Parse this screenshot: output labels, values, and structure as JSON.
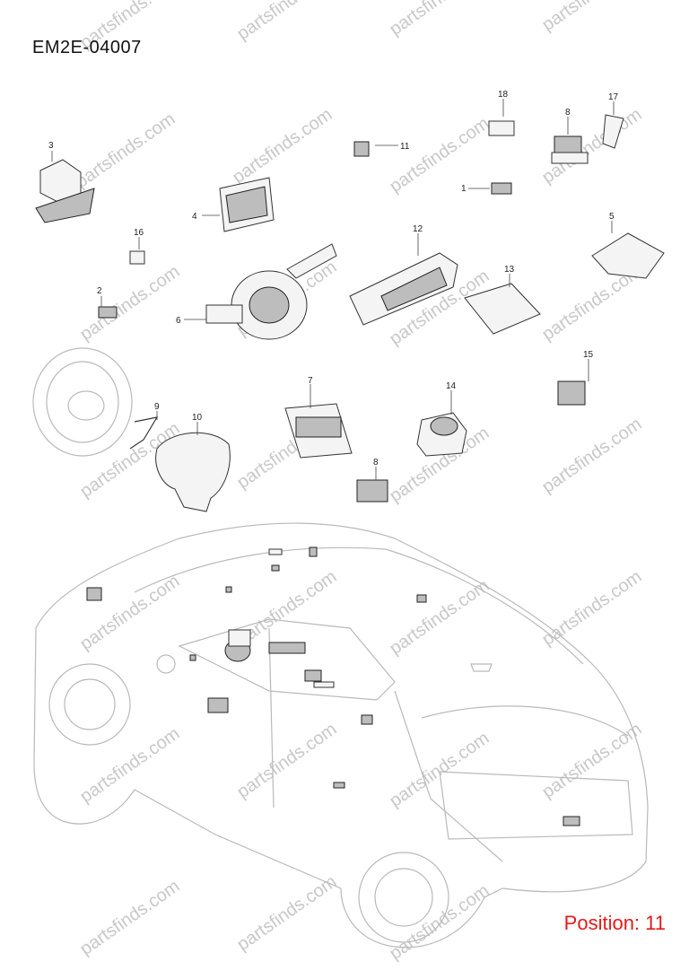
{
  "diagram_code": "EM2E-04007",
  "position_label": "Position: 11",
  "watermark_text": "partsfinds.com",
  "callouts": [
    "1",
    "2",
    "3",
    "4",
    "5",
    "6",
    "7",
    "8",
    "8",
    "9",
    "10",
    "11",
    "12",
    "13",
    "14",
    "15",
    "16",
    "17",
    "18"
  ]
}
